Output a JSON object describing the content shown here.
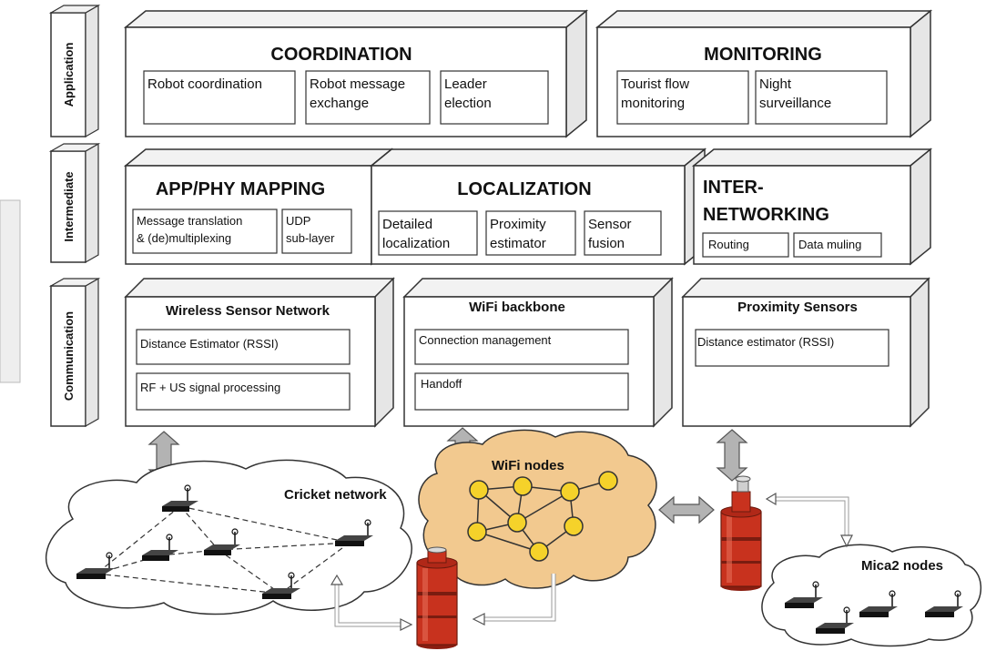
{
  "layers": {
    "application": "Application",
    "intermediate": "Intermediate",
    "communication": "Communication"
  },
  "coordination": {
    "title": "COORDINATION",
    "items": [
      "Robot coordination",
      "Robot message exchange",
      "Leader election"
    ]
  },
  "monitoring": {
    "title": "MONITORING",
    "items": [
      "Tourist flow monitoring",
      "Night surveillance"
    ]
  },
  "app_phy_mapping": {
    "title": "APP/PHY MAPPING",
    "items": [
      "Message translation & (de)multiplexing",
      "UDP sub-layer"
    ]
  },
  "localization": {
    "title": "LOCALIZATION",
    "items": [
      "Detailed localization",
      "Proximity estimator",
      "Sensor fusion"
    ]
  },
  "internetworking": {
    "title_line1": "INTER-",
    "title_line2": "NETWORKING",
    "items": [
      "Routing",
      "Data muling"
    ]
  },
  "wsn": {
    "title": "Wireless Sensor Network",
    "items": [
      "Distance Estimator (RSSI)",
      "RF + US signal processing"
    ]
  },
  "wifi_backbone": {
    "title": "WiFi backbone",
    "items": [
      "Connection management",
      "Handoff"
    ]
  },
  "proximity_sensors": {
    "title": "Proximity Sensors",
    "items": [
      "Distance estimator (RSSI)"
    ]
  },
  "networks": {
    "cricket": "Cricket network",
    "wifi_nodes": "WiFi nodes",
    "mica2": "Mica2 nodes"
  },
  "colors": {
    "cloud_fill": "#f2c98f",
    "node_yellow": "#f5d22a",
    "robot_red": "#c8321e",
    "arrow_gray": "#b3b3b3",
    "box_side": "#e6e6e6"
  }
}
